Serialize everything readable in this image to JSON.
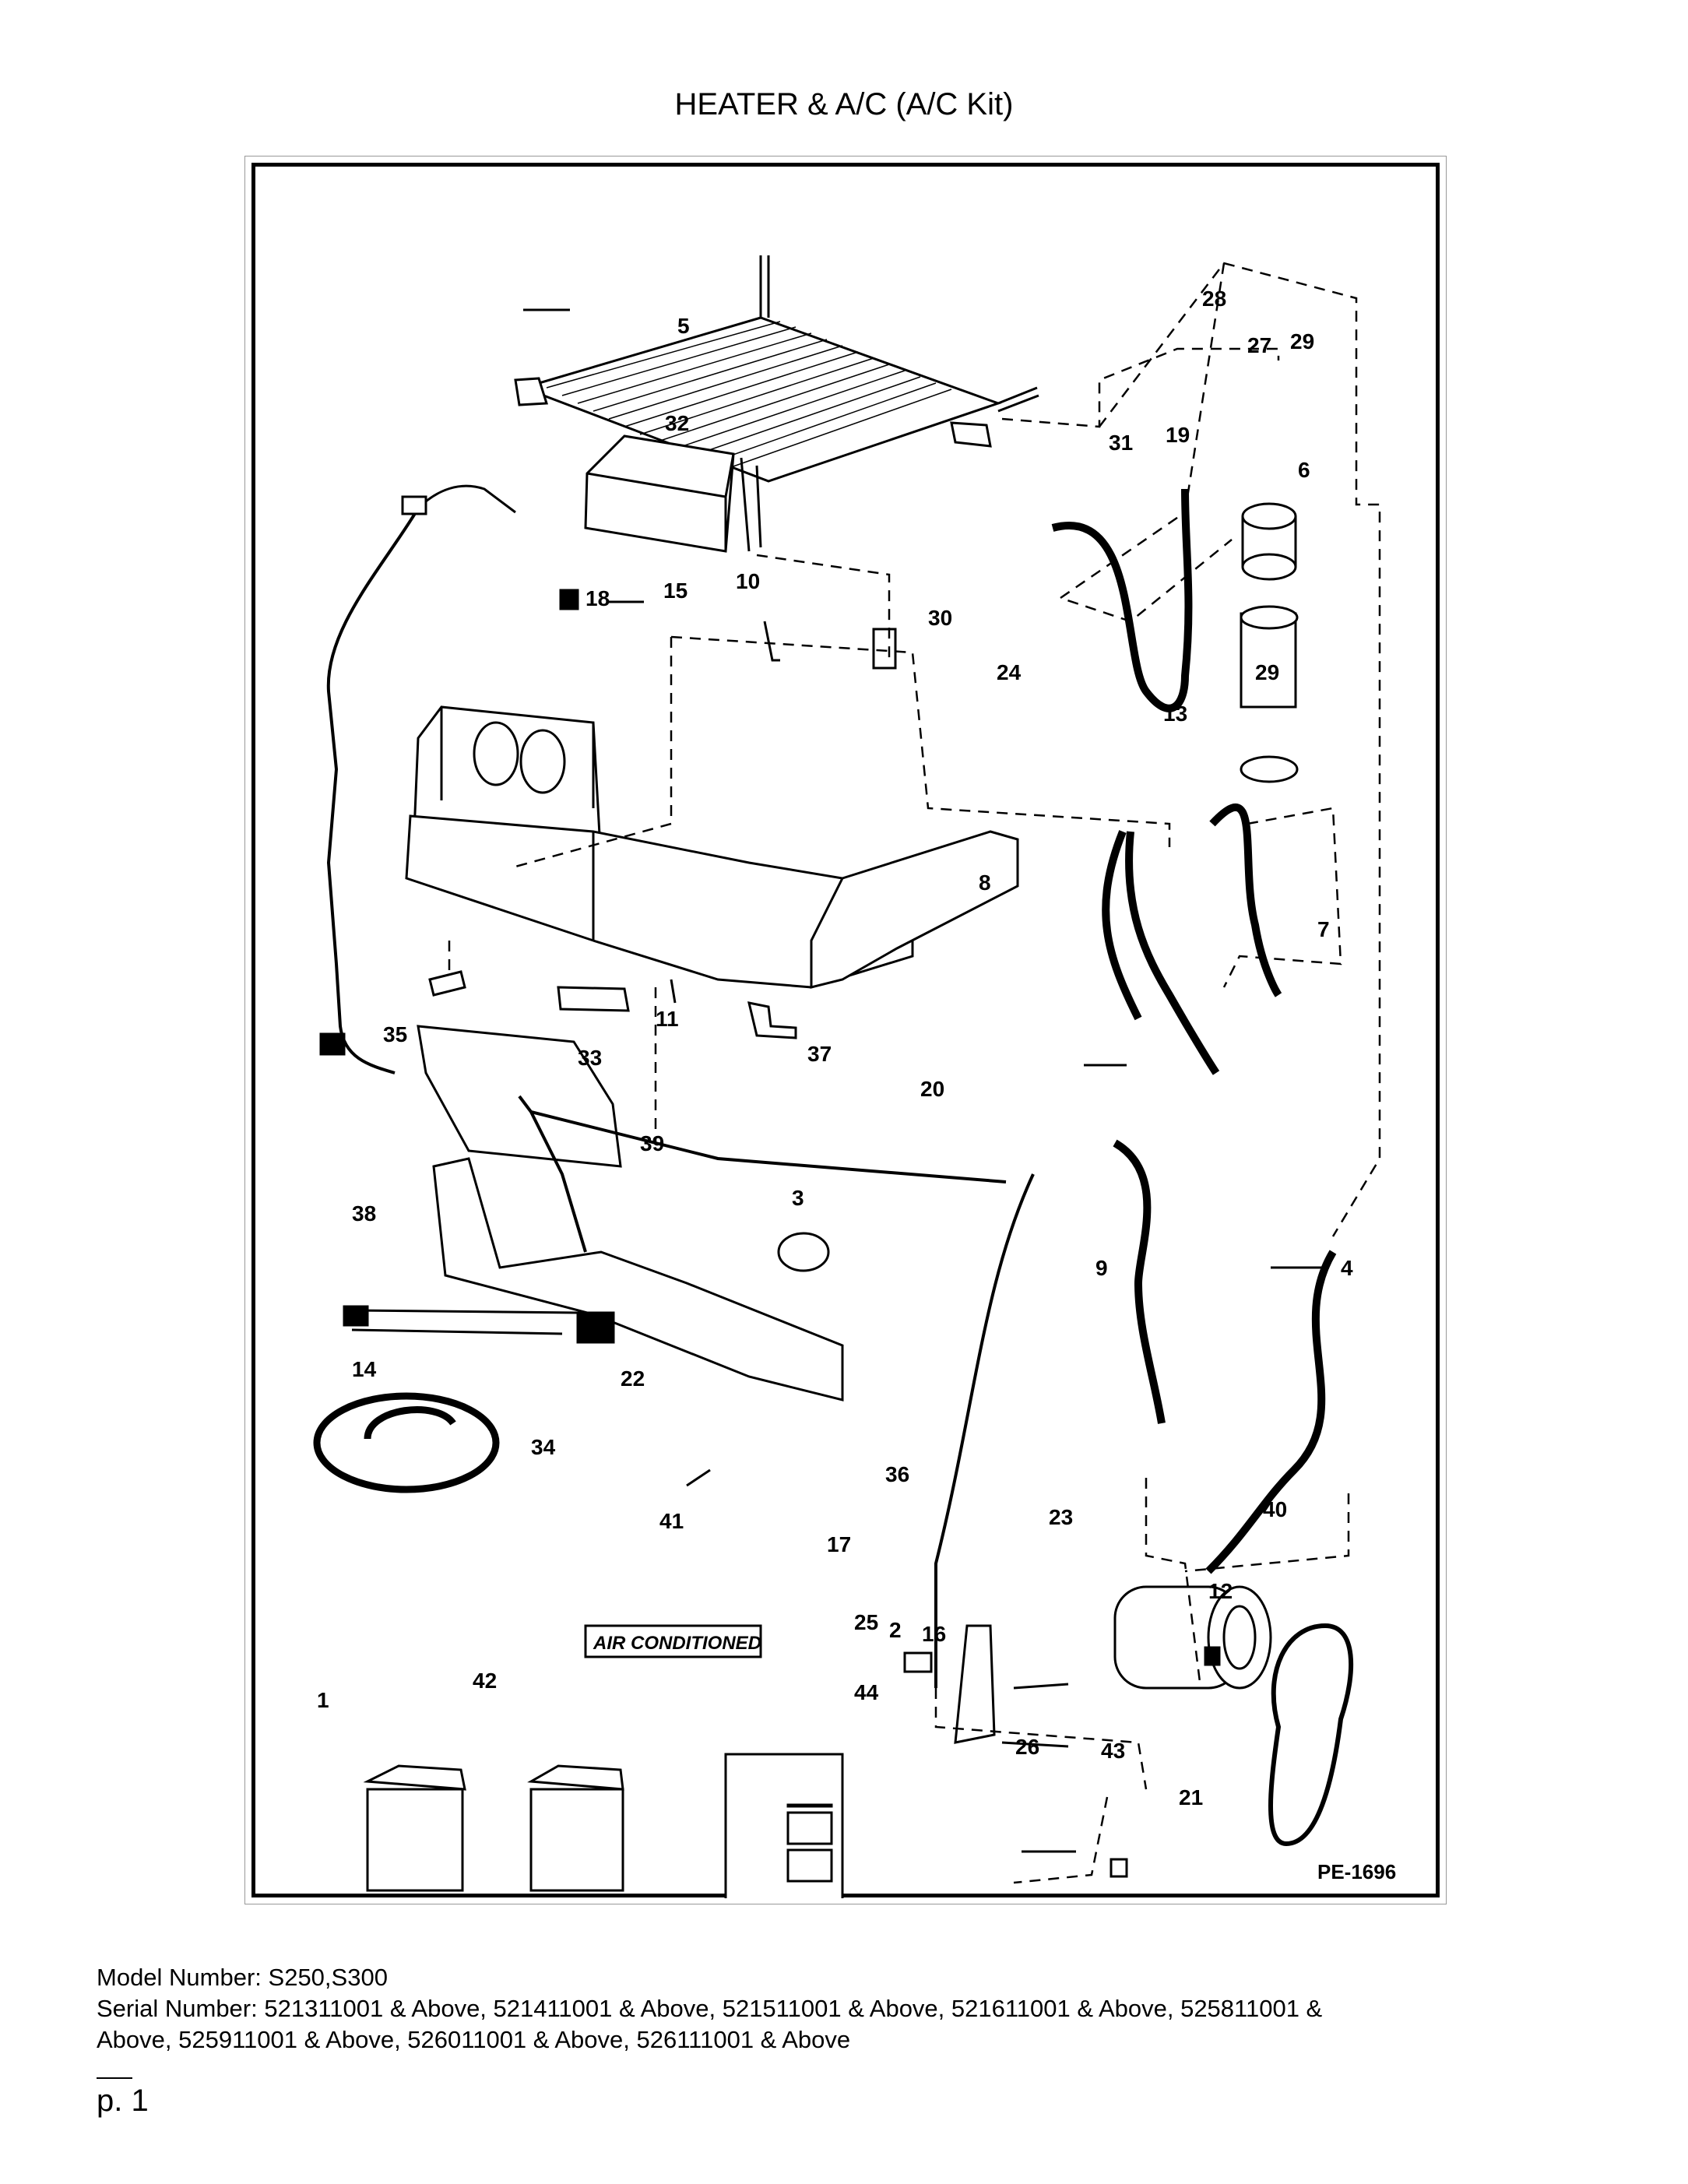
{
  "page": {
    "title": "HEATER & A/C (A/C Kit)",
    "page_number": "p. 1"
  },
  "diagram": {
    "reference_code": "PE-1696",
    "decal_text": "AIR CONDITIONED",
    "callouts": [
      "1",
      "2",
      "3",
      "4",
      "5",
      "6",
      "7",
      "8",
      "9",
      "10",
      "11",
      "12",
      "13",
      "14",
      "15",
      "16",
      "17",
      "18",
      "19",
      "20",
      "21",
      "22",
      "23",
      "24",
      "25",
      "26",
      "27",
      "28",
      "29",
      "30",
      "31",
      "32",
      "33",
      "34",
      "35",
      "36",
      "37",
      "38",
      "39",
      "40",
      "41",
      "42",
      "43",
      "44"
    ]
  },
  "footer": {
    "model_line": "Model Number: S250,S300",
    "serial_line_1": "Serial Number: 521311001 & Above, 521411001 & Above, 521511001 & Above, 521611001 & Above, 525811001 &",
    "serial_line_2": "Above, 525911001 & Above, 526011001 & Above, 526111001 & Above"
  }
}
